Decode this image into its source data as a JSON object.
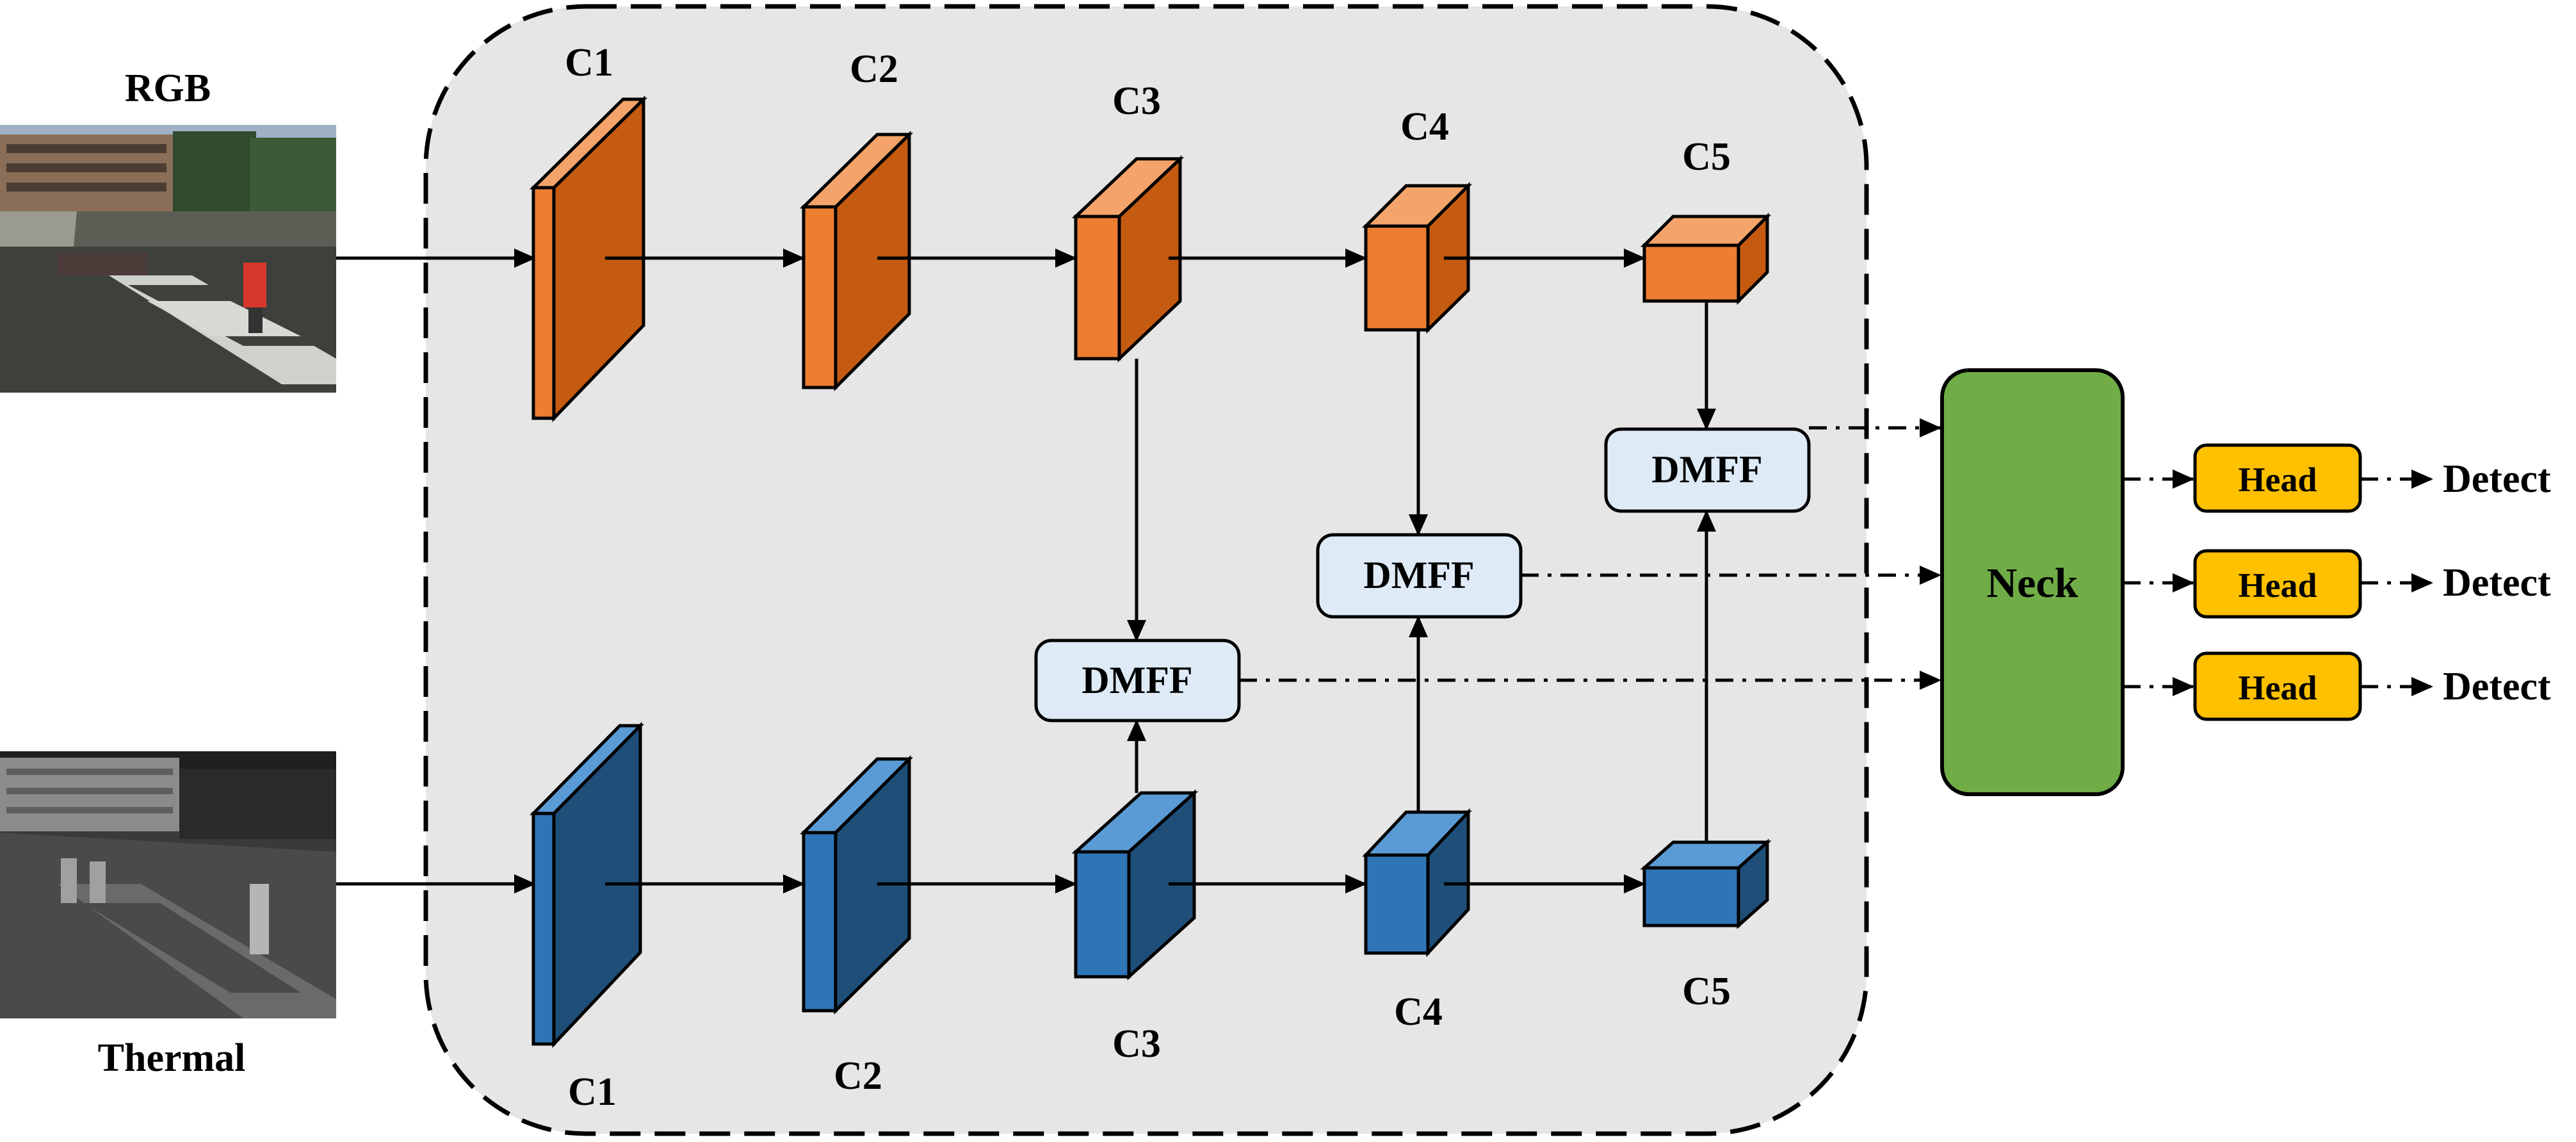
{
  "inputs": {
    "rgb_label": "RGB",
    "thermal_label": "Thermal"
  },
  "backbone": {
    "rgb_stages": [
      "C1",
      "C2",
      "C3",
      "C4",
      "C5"
    ],
    "thermal_stages": [
      "C1",
      "C2",
      "C3",
      "C4",
      "C5"
    ]
  },
  "fusion": {
    "labels": [
      "DMFF",
      "DMFF",
      "DMFF"
    ]
  },
  "neck": {
    "label": "Neck"
  },
  "heads": {
    "labels": [
      "Head",
      "Head",
      "Head"
    ],
    "outputs": [
      "Detect",
      "Detect",
      "Detect"
    ]
  },
  "colors": {
    "rgb_front": "#ED7D31",
    "rgb_side": "#C55A11",
    "rgb_top": "#F4A46A",
    "thermal_front": "#2E75B6",
    "thermal_side": "#1F4E79",
    "thermal_top": "#5B9BD5",
    "backbone_bg": "#E7E6E6",
    "dmff_fill": "#DEEBF7",
    "neck_fill": "#70AD47",
    "head_fill": "#FFC000"
  }
}
